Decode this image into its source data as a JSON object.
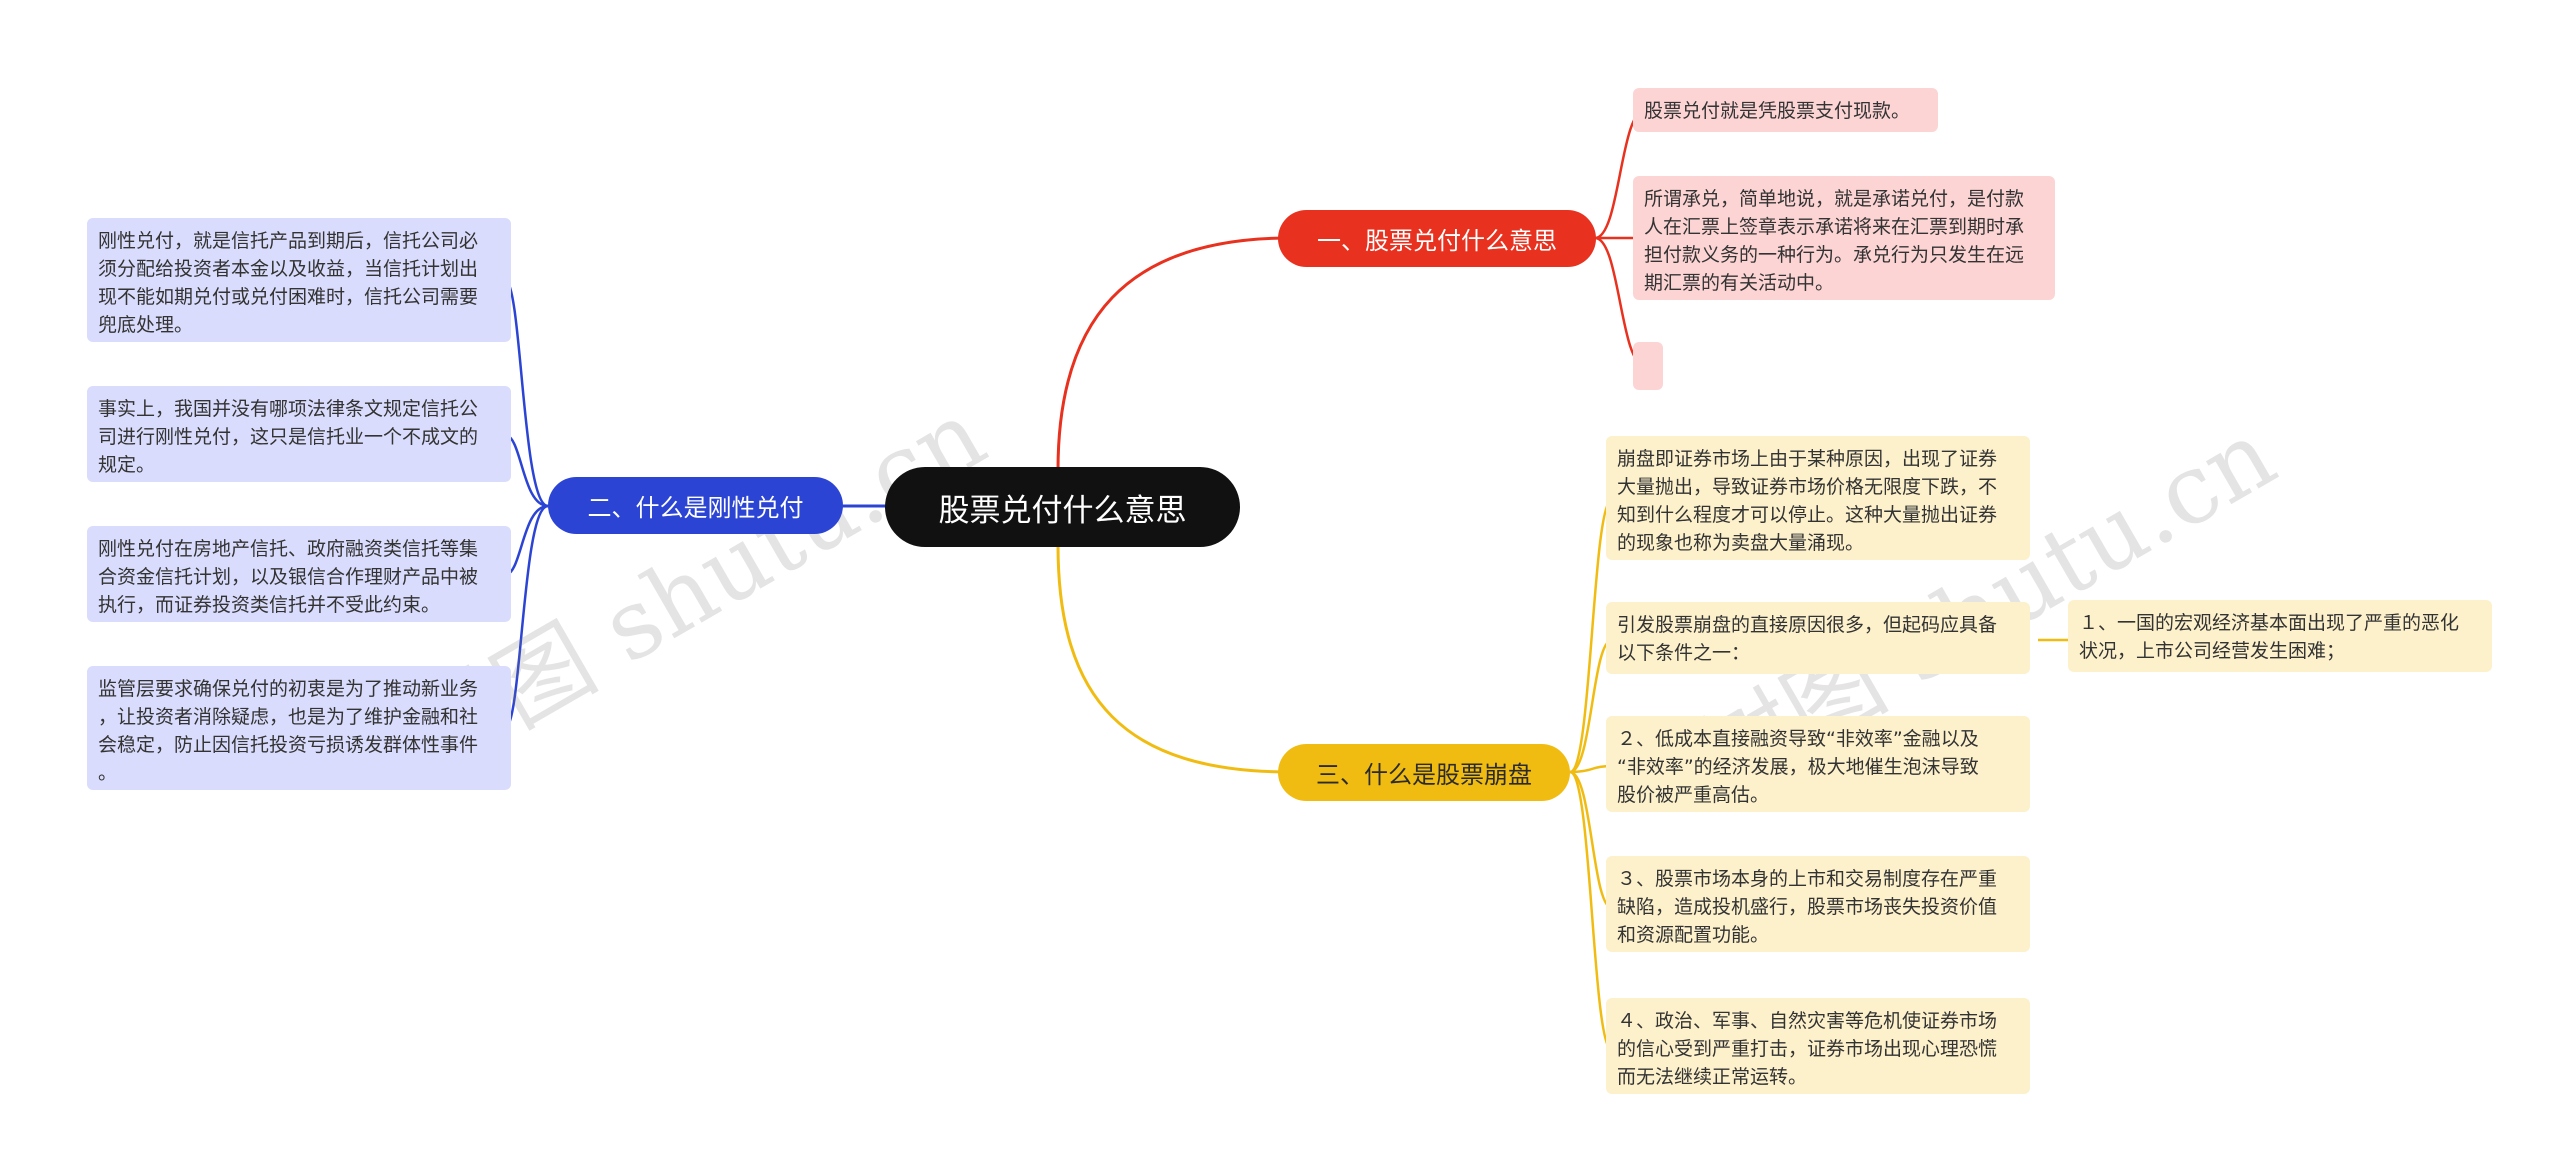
{
  "root": {
    "label": "股票兑付什么意思"
  },
  "branches": {
    "red": {
      "label": "一、股票兑付什么意思",
      "color": "#e8311e",
      "items": [
        "股票兑付就是凭股票支付现款。",
        "所谓承兑，简单地说，就是承诺兑付，是付款\n人在汇票上签章表示承诺将来在汇票到期时承\n担付款义务的一种行为。承兑行为只发生在远\n期汇票的有关活动中。",
        ""
      ]
    },
    "blue": {
      "label": "二、什么是刚性兑付",
      "color": "#2b44d4",
      "items": [
        "刚性兑付，就是信托产品到期后，信托公司必\n须分配给投资者本金以及收益，当信托计划出\n现不能如期兑付或兑付困难时，信托公司需要\n兜底处理。",
        "事实上，我国并没有哪项法律条文规定信托公\n司进行刚性兑付，这只是信托业一个不成文的\n规定。",
        "刚性兑付在房地产信托、政府融资类信托等集\n合资金信托计划，以及银信合作理财产品中被\n执行，而证券投资类信托并不受此约束。",
        "监管层要求确保兑付的初衷是为了推动新业务\n，让投资者消除疑虑，也是为了维护金融和社\n会稳定，防止因信托投资亏损诱发群体性事件\n。"
      ]
    },
    "yellow": {
      "label": "三、什么是股票崩盘",
      "color": "#f1bc12",
      "items": [
        "崩盘即证券市场上由于某种原因，出现了证券\n大量抛出，导致证券市场价格无限度下跌，不\n知到什么程度才可以停止。这种大量抛出证券\n的现象也称为卖盘大量涌现。",
        "引发股票崩盘的直接原因很多，但起码应具备\n以下条件之一：",
        "２、低成本直接融资导致“非效率”金融以及\n“非效率”的经济发展，极大地催生泡沫导致\n股价被严重高估。",
        "３、股票市场本身的上市和交易制度存在严重\n缺陷，造成投机盛行，股票市场丧失投资价值\n和资源配置功能。",
        "４、政治、军事、自然灾害等危机使证券市场\n的信心受到严重打击，证券市场出现心理恐慌\n而无法继续正常运转。"
      ],
      "sub_item": "１、一国的宏观经济基本面出现了严重的恶化\n状况，上市公司经营发生困难；"
    }
  },
  "watermarks": [
    "树图 shutu.cn",
    "树图 shutu.cn"
  ]
}
